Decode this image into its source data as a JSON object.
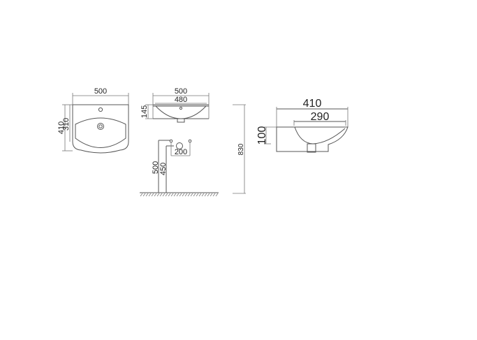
{
  "drawing": {
    "top_view": {
      "width_label": "500",
      "depth_label": "410",
      "bowl_depth_label": "310"
    },
    "front_view": {
      "outer_width_label": "500",
      "inner_width_label": "480",
      "height_label": "145"
    },
    "installation": {
      "pipe_spacing_label": "200",
      "left_pipe_height_label": "500",
      "right_pipe_height_label": "450",
      "total_height_label": "830"
    },
    "side_view": {
      "outer_depth_label": "410",
      "inner_depth_label": "290",
      "height_label": "100"
    },
    "colors": {
      "line": "#555555",
      "text": "#222222",
      "background": "#ffffff"
    }
  }
}
